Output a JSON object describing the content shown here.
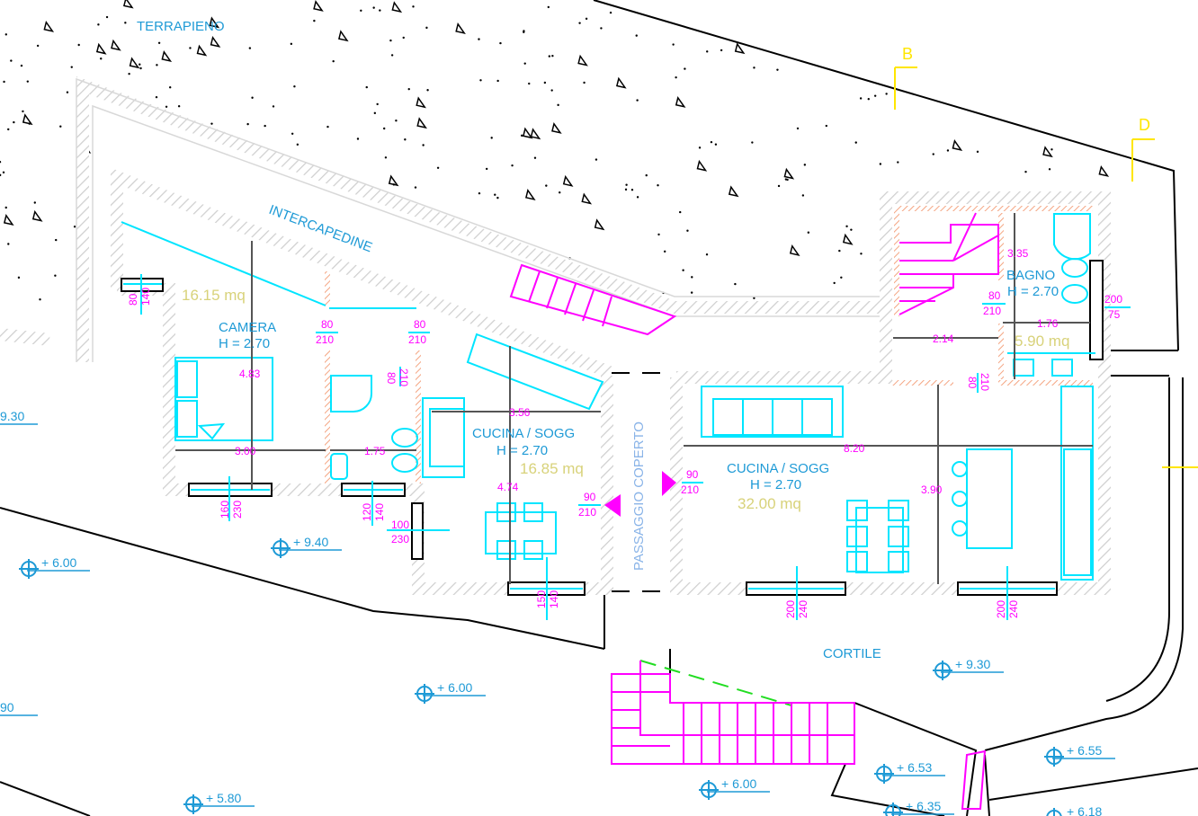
{
  "labels": {
    "terrapieno": "TERRAPIENO",
    "intercapedine": "INTERCAPEDINE",
    "passaggio": "PASSAGGIO COPERTO",
    "cortile": "CORTILE",
    "section_b": "B",
    "section_d": "D"
  },
  "rooms": [
    {
      "name": "CAMERA",
      "height": "H = 2.70",
      "area": "16.15 mq"
    },
    {
      "name": "CUCINA / SOGG",
      "height": "H = 2.70",
      "area": "16.85 mq"
    },
    {
      "name": "CUCINA / SOGG",
      "height": "H = 2.70",
      "area": "32.00 mq"
    },
    {
      "name": "BAGNO",
      "height": "H = 2.70",
      "area": "5.90 mq"
    }
  ],
  "dimensions": [
    "4.83",
    "3.00",
    "1.75",
    "3.56",
    "4.74",
    "8.20",
    "3.90",
    "3.35",
    "2.14",
    "1.76"
  ],
  "openings": [
    {
      "w": "80",
      "h": "140"
    },
    {
      "w": "80",
      "h": "210"
    },
    {
      "w": "80",
      "h": "210"
    },
    {
      "w": "210",
      "h": "80"
    },
    {
      "w": "160",
      "h": "230"
    },
    {
      "w": "120",
      "h": "140"
    },
    {
      "w": "100",
      "h": "230"
    },
    {
      "w": "90",
      "h": "210"
    },
    {
      "w": "90",
      "h": "210"
    },
    {
      "w": "150",
      "h": "140"
    },
    {
      "w": "200",
      "h": "240"
    },
    {
      "w": "200",
      "h": "240"
    },
    {
      "w": "80",
      "h": "210"
    },
    {
      "w": "200",
      "h": "75"
    },
    {
      "w": "210",
      "h": "80"
    }
  ],
  "elevations": [
    "+ 9.40",
    "+ 6.00",
    "+ 6.00",
    "+ 5.80",
    "+ 6.00",
    "+ 9.30",
    "+ 6.53",
    "+ 6.35",
    "+ 6.55",
    "+ 6.18",
    "9.30",
    "90"
  ],
  "colors": {
    "text": "#1e9ad6",
    "dimension": "#ff00ff",
    "furniture": "#00e5ff",
    "area": "#d8d27a",
    "section": "#ffe600",
    "partition": "#f4a582"
  }
}
